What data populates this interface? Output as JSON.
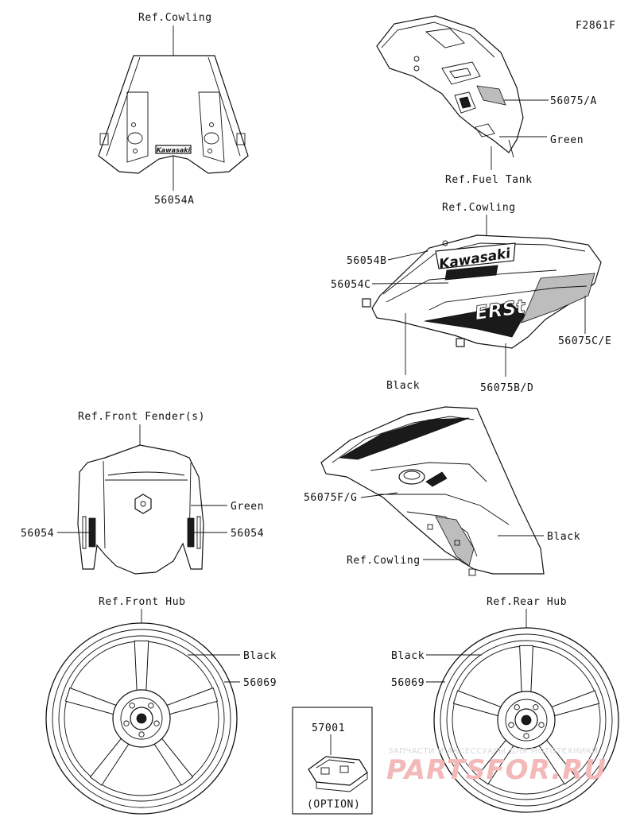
{
  "figure_code": "F2861F",
  "labels": {
    "ref_cowling_top": "Ref.Cowling",
    "windshield_part": "56054A",
    "tank_decal": "56075/A",
    "tank_color": "Green",
    "ref_fuel_tank": "Ref.Fuel Tank",
    "ref_cowling_mid": "Ref.Cowling",
    "cowl_part_b": "56054B",
    "cowl_part_c": "56054C",
    "cowl_part_ce": "56075C/E",
    "cowl_color": "Black",
    "cowl_part_bd": "56075B/D",
    "ref_front_fender": "Ref.Front Fender(s)",
    "fender_color": "Green",
    "fender_left_part": "56054",
    "fender_right_part": "56054",
    "lower_cowl_part": "56075F/G",
    "lower_cowl_color": "Black",
    "ref_cowling_low": "Ref.Cowling",
    "ref_front_hub": "Ref.Front Hub",
    "front_wheel_color": "Black",
    "front_wheel_part": "56069",
    "ref_rear_hub": "Ref.Rear Hub",
    "rear_wheel_color": "Black",
    "rear_wheel_part": "56069",
    "option_part": "57001",
    "option_label": "(OPTION)"
  },
  "decal_text": {
    "brand": "Kawasaki",
    "model_graphic": "ERSt"
  },
  "watermark": {
    "line1": "ЗАПЧАСТИ И АКСЕССУАРЫ ДЛЯ МОТОТЕХНИКИ",
    "line2": "PARTSFOR.RU"
  }
}
